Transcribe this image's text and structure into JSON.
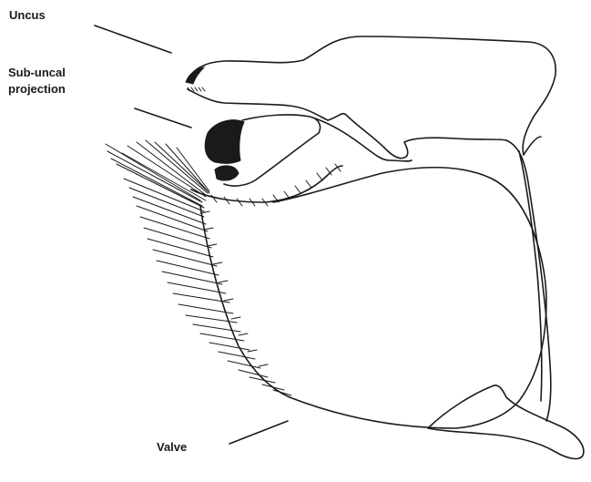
{
  "labels": {
    "uncus": "Uncus",
    "sub_uncal_line1": "Sub-uncal",
    "sub_uncal_line2": "projection",
    "valve": "Valve"
  },
  "colors": {
    "ink": "#1a1a1a",
    "background": "#ffffff"
  }
}
